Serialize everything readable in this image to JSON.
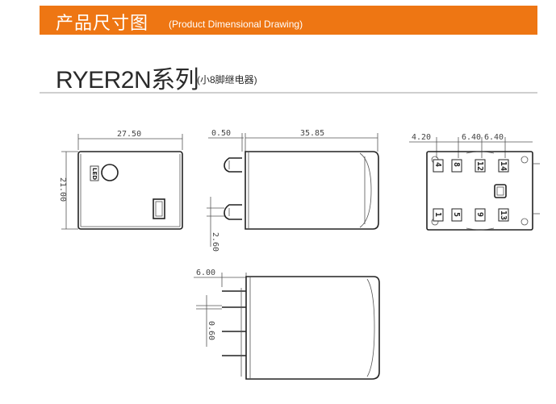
{
  "header": {
    "title": "产品尺寸图",
    "subtitle": "(Product Dimensional Drawing)",
    "bg_color": "#ee7613"
  },
  "model": {
    "name": "RYER2N系列",
    "description": "(小8脚继电器)"
  },
  "dimensions": {
    "front_width": "27.50",
    "front_height": "21.00",
    "pin_offset": "0.50",
    "body_length": "35.85",
    "pin_gap": "2.60",
    "bottom_pitch_a": "4.20",
    "bottom_pitch_b": "6.40",
    "bottom_pitch_c": "6.40",
    "pin_length": "6.00",
    "pin_thickness": "0.60"
  },
  "front_view": {
    "led_label": "LED"
  },
  "bottom_view": {
    "top_pins": [
      "4",
      "8",
      "12",
      "14"
    ],
    "bottom_pins": [
      "1",
      "5",
      "9",
      "13"
    ]
  }
}
